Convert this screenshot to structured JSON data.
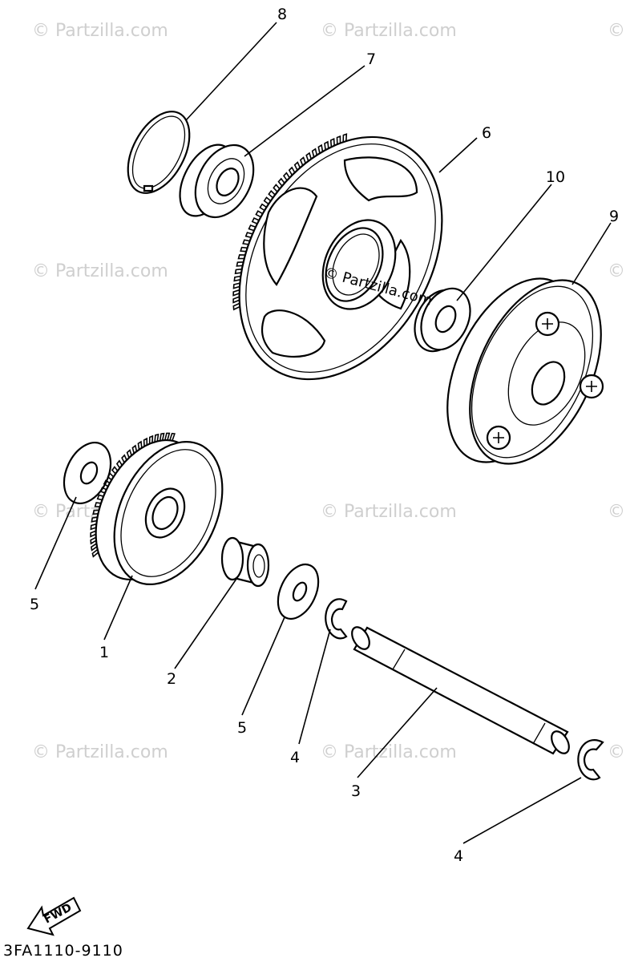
{
  "diagram": {
    "drawing_code": "3FA1110-9110",
    "fwd_label": "FWD",
    "center_watermark": "© Partzilla.com",
    "watermark": "© Partzilla.com",
    "watermark_symbol": "©",
    "callouts": {
      "c1": "1",
      "c2": "2",
      "c3": "3",
      "c4a": "4",
      "c4b": "4",
      "c5a": "5",
      "c5b": "5",
      "c6": "6",
      "c7": "7",
      "c8": "8",
      "c9": "9",
      "c10": "10"
    }
  }
}
